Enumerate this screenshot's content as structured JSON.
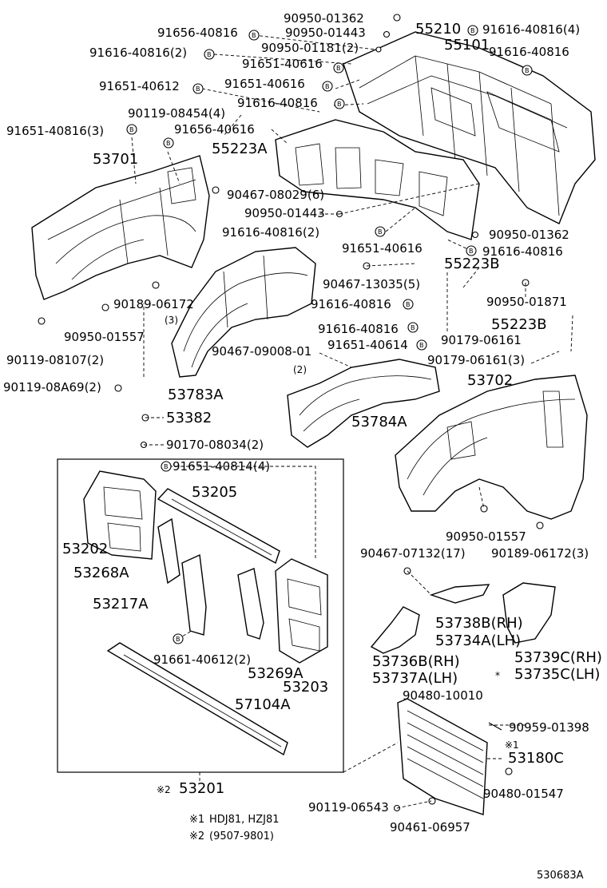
{
  "labels": {
    "p90950_01362_top": "90950-01362",
    "p91656_40816_top": "91656-40816",
    "p90950_01443_top": "90950-01443",
    "p55210": "55210",
    "p91616_40816_4_top": "91616-40816(4)",
    "p90950_01181_2": "90950-01181(2)",
    "p91616_40816_2_top": "91616-40816(2)",
    "p55101": "55101",
    "p91651_40616_a": "91651-40616",
    "p91616_40816_right": "91616-40816",
    "p91651_40612_left": "91651-40612",
    "p91651_40616_b": "91651-40616",
    "p91616_40816_mid": "91616-40816",
    "p90119_08454_4": "90119-08454(4)",
    "p91651_40816_3": "91651-40816(3)",
    "p91656_40616": "91656-40616",
    "p55223A": "55223A",
    "p53701": "53701",
    "p90467_08029_6": "90467-08029(6)",
    "p90950_01443_mid": "90950-01443",
    "p91616_40816_2_mid": "91616-40816(2)",
    "p90950_01362_right": "90950-01362",
    "p91651_40616_c": "91651-40616",
    "p91616_40816_r2": "91616-40816",
    "p55223B_a": "55223B",
    "p90467_13035_5": "90467-13035(5)",
    "p90189_06172": "90189-06172",
    "p3_qty": "(3)",
    "p91616_40816_m3": "91616-40816",
    "p90950_01871": "90950-01871",
    "p90950_01557_left": "90950-01557",
    "p91616_40816_m4": "91616-40816",
    "p90179_06161": "90179-06161",
    "p55223B_b": "55223B",
    "p90119_08107_2": "90119-08107(2)",
    "p90467_09008_01": "90467-09008-01",
    "p91651_40614": "91651-40614",
    "p90179_06161_3": "90179-06161(3)",
    "p2_qty": "(2)",
    "p90119_08A69_2": "90119-08A69(2)",
    "p53702": "53702",
    "p53783A": "53783A",
    "p53382": "53382",
    "p53784A": "53784A",
    "p90170_08034_2": "90170-08034(2)",
    "p91651_40814_4": "91651-40814(4)",
    "p53205": "53205",
    "p53202": "53202",
    "p53268A": "53268A",
    "p90950_01557_right": "90950-01557",
    "p90467_07132_17": "90467-07132(17)",
    "p90189_06172_3": "90189-06172(3)",
    "p53217A": "53217A",
    "p53738B_RH": "53738B(RH)",
    "p53734A_LH": "53734A(LH)",
    "p91661_40612_2": "91661-40612(2)",
    "p53269A": "53269A",
    "p53203": "53203",
    "p53736B_RH": "53736B(RH)",
    "p53737A_LH": "53737A(LH)",
    "p53739C_RH": "53739C(RH)",
    "p53735C_LH": "53735C(LH)",
    "p90480_10010": "90480-10010",
    "p57104A": "57104A",
    "p90959_01398": "90959-01398",
    "p53180C": "53180C",
    "p90480_01547": "90480-01547",
    "p53201": "53201",
    "p90119_06543": "90119-06543",
    "p90461_06957": "90461-06957"
  },
  "markers": {
    "star1": "※1",
    "star2": "※2",
    "star1_small": "※1",
    "star_dot": "*"
  },
  "notes": {
    "note1_mark": "※1",
    "note1_text": "HDJ81, HZJ81",
    "note2_mark": "※2",
    "note2_text": "(9507-9801)"
  },
  "bolt_letter": "B",
  "figure_code": "530683A"
}
